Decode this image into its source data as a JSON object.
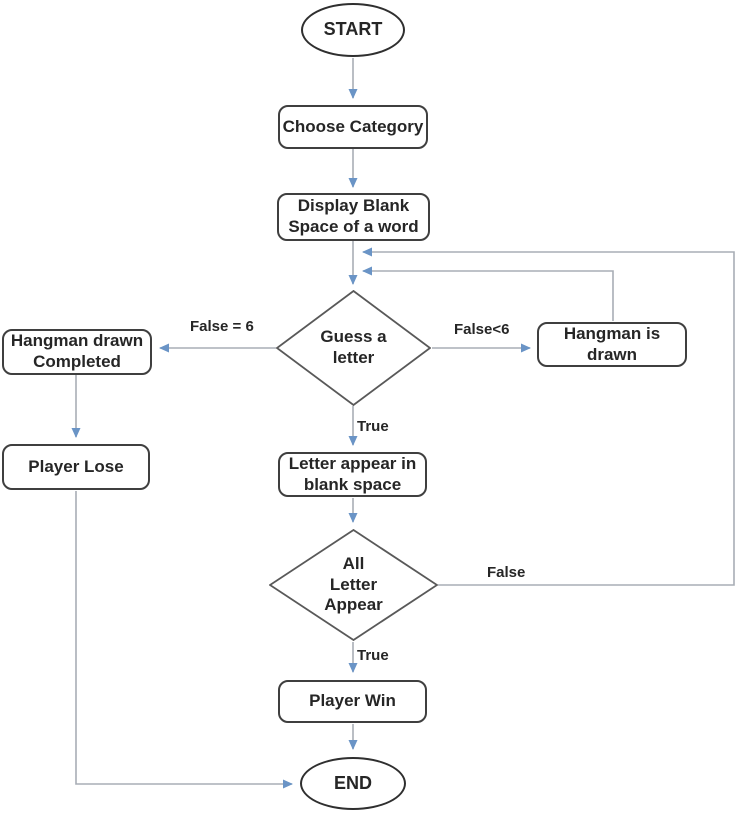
{
  "diagram": {
    "nodes": {
      "start": {
        "label": "START"
      },
      "choose": {
        "label": "Choose Category"
      },
      "display": {
        "label": "Display Blank\nSpace of a word"
      },
      "guess": {
        "label": "Guess a\nletter"
      },
      "hangman": {
        "label": "Hangman is\ndrawn"
      },
      "completed": {
        "label": "Hangman drawn\nCompleted"
      },
      "lose": {
        "label": "Player Lose"
      },
      "letter": {
        "label": "Letter appear in\nblank space"
      },
      "all_letter": {
        "label": "All\nLetter\nAppear"
      },
      "win": {
        "label": "Player Win"
      },
      "end": {
        "label": "END"
      }
    },
    "edge_labels": {
      "false_eq_6": "False = 6",
      "false_lt_6": "False<6",
      "true_guess": "True",
      "false_all": "False",
      "true_all": "True"
    },
    "colors": {
      "line": "#a8adb5",
      "arrowhead": "#6a94c6",
      "node_border": "#3f3f3f",
      "diamond_border": "#595959",
      "text": "#262626"
    }
  }
}
